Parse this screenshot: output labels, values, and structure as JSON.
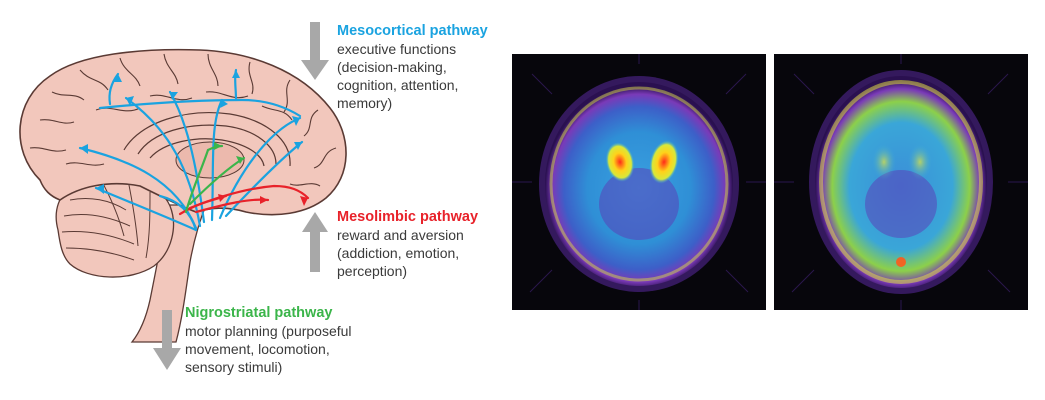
{
  "pathways": {
    "mesocortical": {
      "title": "Mesocortical pathway",
      "lines": [
        "executive functions",
        "(decision-making,",
        "cognition, attention,",
        "memory)"
      ],
      "color": "#1aa3e0"
    },
    "mesolimbic": {
      "title": "Mesolimbic pathway",
      "lines": [
        "reward and aversion",
        "(addiction, emotion,",
        "perception)"
      ],
      "color": "#e8222a"
    },
    "nigrostriatal": {
      "title": "Nigrostriatal pathway",
      "lines": [
        "motor planning (purposeful",
        "movement, locomotion,",
        "sensory stimuli)"
      ],
      "color": "#3bb54a"
    }
  },
  "colors": {
    "brain_fill": "#f2c7bc",
    "brain_outline": "#5a3a34",
    "arrow_gray": "#a8a8a8",
    "scan_background": "#07060c"
  },
  "icons": [
    "down-arrow-icon",
    "up-arrow-icon"
  ],
  "panels": [
    {
      "name": "pet-scan-left",
      "striatum_uptake": "high"
    },
    {
      "name": "pet-scan-right",
      "striatum_uptake": "low"
    }
  ]
}
